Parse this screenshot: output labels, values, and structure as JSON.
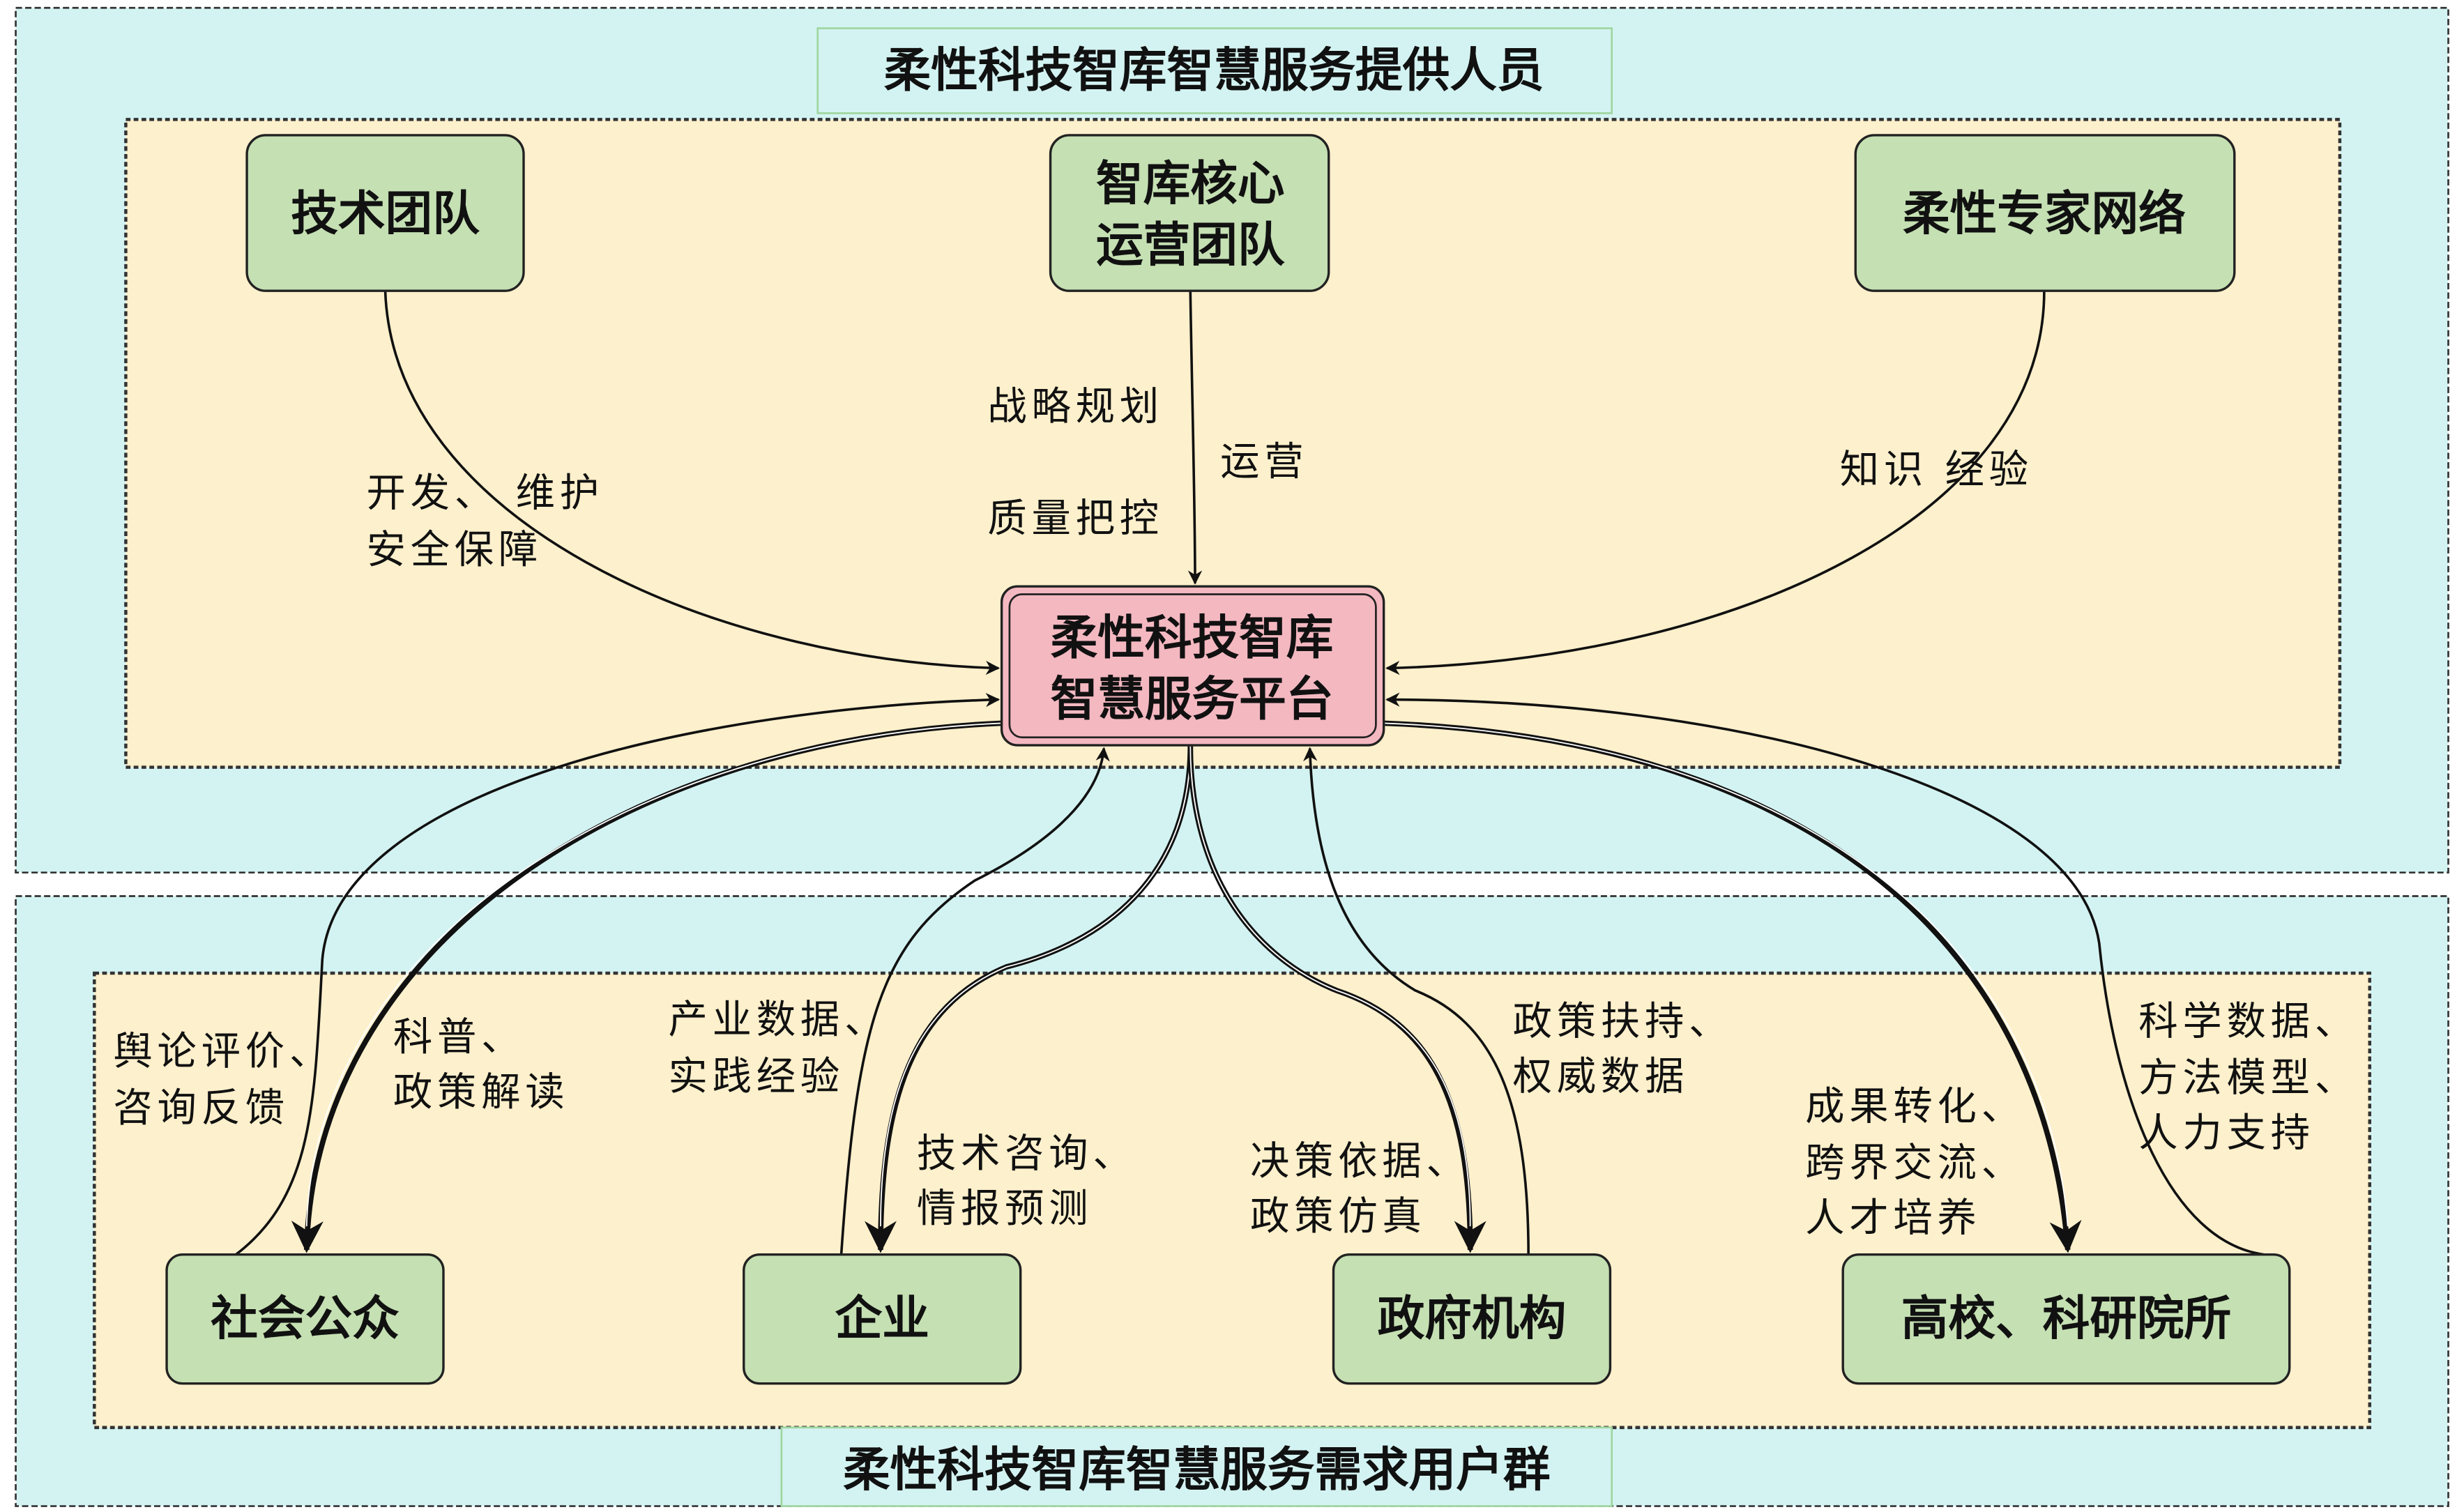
{
  "colors": {
    "outer_panel": "#d3f3f2",
    "inner_panel": "#fdf0cc",
    "node_green": "#c5e0b3",
    "platform_pink": "#f4b8c1"
  },
  "providers": {
    "title": "柔性科技智库智慧服务提供人员",
    "nodes": [
      {
        "label": "技术团队"
      },
      {
        "label_line1": "智库核心",
        "label_line2": "运营团队"
      },
      {
        "label": "柔性专家网络"
      }
    ],
    "edge_labels": {
      "tech_line1": "开发、 维护",
      "tech_line2": "安全保障",
      "core_left_1": "战略规划",
      "core_left_2": "质量把控",
      "core_right": "运营",
      "expert": "知识  经验"
    }
  },
  "platform": {
    "line1": "柔性科技智库",
    "line2": "智慧服务平台"
  },
  "users": {
    "title": "柔性科技智库智慧服务需求用户群",
    "nodes": [
      {
        "label": "社会公众"
      },
      {
        "label": "企业"
      },
      {
        "label": "政府机构"
      },
      {
        "label": "高校、科研院所"
      }
    ],
    "edge_labels": {
      "public_up": [
        "舆论评价、",
        "咨询反馈"
      ],
      "public_down": [
        "科普、",
        "政策解读"
      ],
      "enterprise_up": [
        "产业数据、",
        "实践经验"
      ],
      "enterprise_down": [
        "技术咨询、",
        "情报预测"
      ],
      "gov_down": [
        "决策依据、",
        "政策仿真"
      ],
      "gov_up": [
        "政策扶持、",
        "权威数据"
      ],
      "univ_down": [
        "成果转化、",
        "跨界交流、",
        "人才培养"
      ],
      "univ_up": [
        "科学数据、",
        "方法模型、",
        "人力支持"
      ]
    }
  }
}
